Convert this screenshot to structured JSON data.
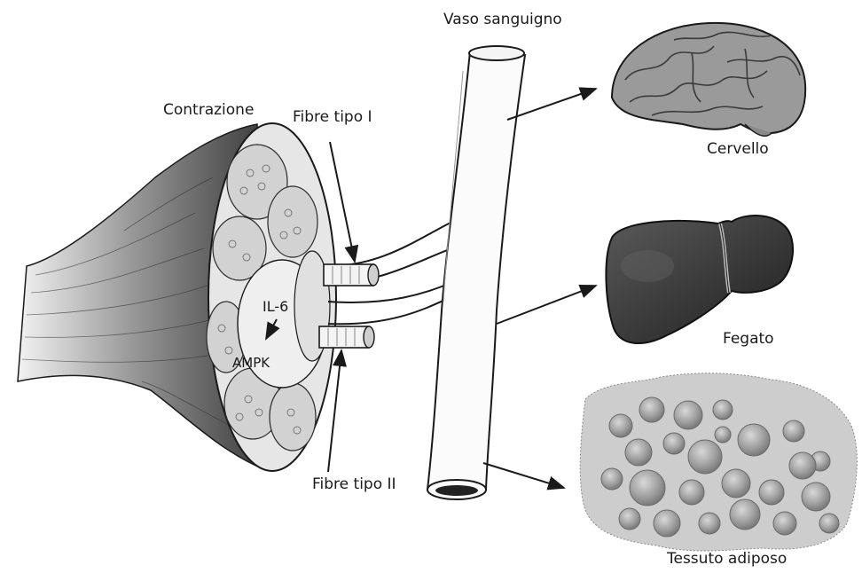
{
  "labels": {
    "blood_vessel": "Vaso sanguigno",
    "contraction": "Contrazione",
    "type1_fibers": "Fibre tipo I",
    "type2_fibers": "Fibre tipo II",
    "il6": "IL-6",
    "ampk": "AMPK",
    "brain": "Cervello",
    "liver": "Fegato",
    "adipose": "Tessuto adiposo"
  },
  "colors": {
    "ink": "#1a1a1a",
    "muscle_outer": "#555555",
    "muscle_section": "#e4e4e4",
    "liver": "#3a3a3a",
    "brain": "#8a8a8a",
    "adipose_bg": "#cfcfcf",
    "fat_cell": "#9d9d9d"
  }
}
